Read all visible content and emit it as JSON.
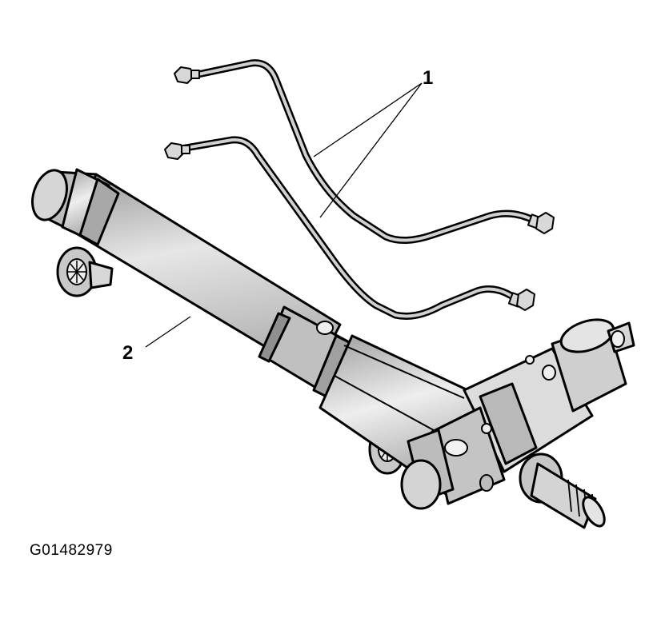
{
  "diagram": {
    "callouts": [
      {
        "number": "1",
        "target": "steering-gear-fluid-lines"
      },
      {
        "number": "2",
        "target": "steering-gear-assembly"
      }
    ],
    "figure_id": "G01482979",
    "colors": {
      "ink": "#000000",
      "shade": "#c8c8c8",
      "highlight": "#ededed",
      "background": "#ffffff"
    }
  }
}
